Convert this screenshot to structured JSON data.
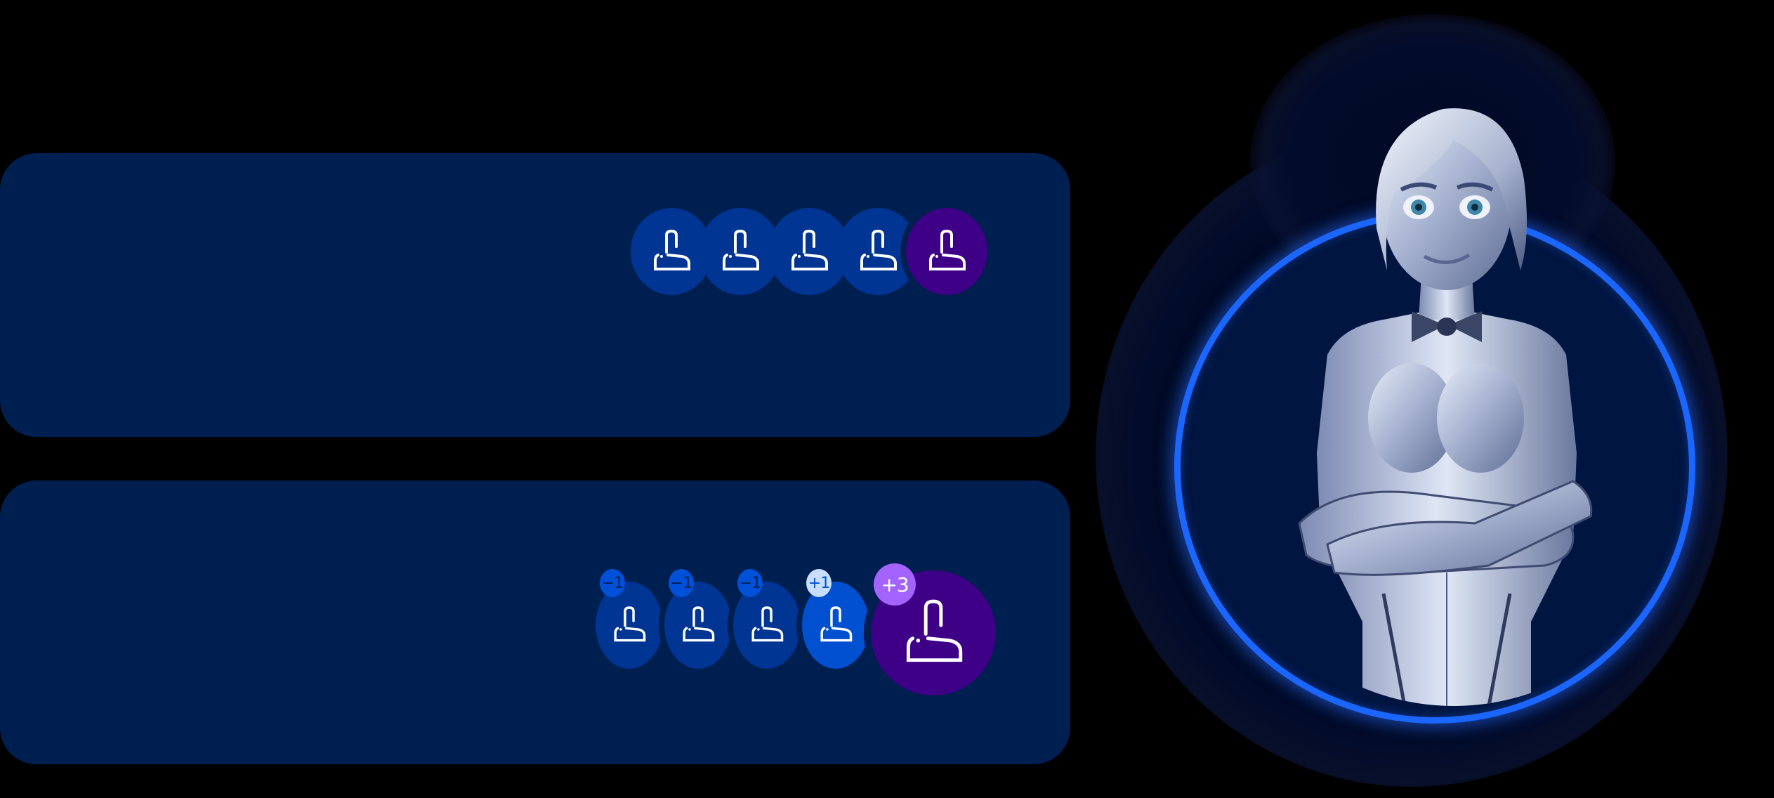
{
  "colors": {
    "background": "#000000",
    "panel": "#001f51",
    "avatar_blue": "#003594",
    "avatar_blue_bright": "#0050d0",
    "avatar_purple": "#3e0087",
    "badge_blue": "#0050d8",
    "badge_light": "#c9defc",
    "badge_purple": "#a463ff",
    "ring": "#1a66ff"
  },
  "panels": [
    {
      "name": "top-panel",
      "avatars": [
        {
          "icon": "user-icon",
          "color": "blue"
        },
        {
          "icon": "user-icon",
          "color": "blue"
        },
        {
          "icon": "user-icon",
          "color": "blue"
        },
        {
          "icon": "user-icon",
          "color": "blue"
        },
        {
          "icon": "user-icon",
          "color": "purple"
        }
      ]
    },
    {
      "name": "bottom-panel",
      "avatars": [
        {
          "icon": "user-icon",
          "color": "blue",
          "badge": "−1"
        },
        {
          "icon": "user-icon",
          "color": "blue",
          "badge": "−1"
        },
        {
          "icon": "user-icon",
          "color": "blue",
          "badge": "−1"
        },
        {
          "icon": "user-icon",
          "color": "blue-bright",
          "badge": "+1"
        },
        {
          "icon": "user-icon",
          "color": "purple",
          "badge": "+3"
        }
      ]
    }
  ],
  "portrait": {
    "subject": "silver robot woman with bow tie, arms crossed",
    "frame": "glowing blue circular ring"
  }
}
